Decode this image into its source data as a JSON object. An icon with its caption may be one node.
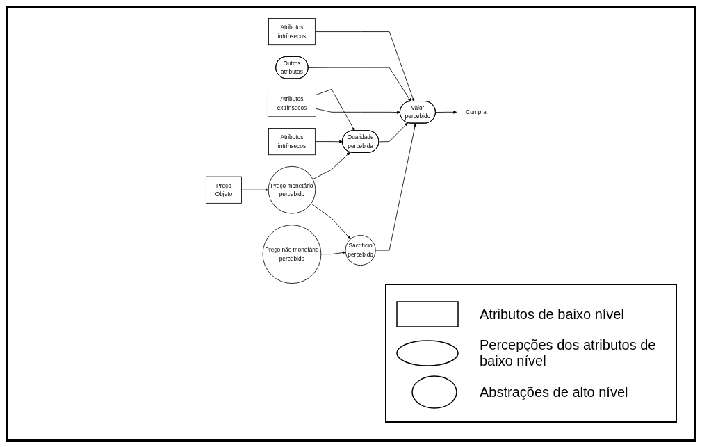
{
  "diagram": {
    "nodes": [
      {
        "text": [
          "Atributos extrínsecos"
        ]
      },
      {
        "text": [
          "Outros atributos"
        ]
      },
      {
        "text": [
          "Atributos intrínsecos"
        ]
      },
      {
        "text": [
          "Atributos intrínsecos"
        ]
      },
      {
        "text": [
          "Qualidade percebida"
        ]
      },
      {
        "text": [
          "Valor percebido"
        ]
      },
      {
        "text": [
          "Compra"
        ]
      },
      {
        "text": [
          "Preço Objeto"
        ]
      },
      {
        "text": [
          "Preço monetário percebido"
        ]
      },
      {
        "text": [
          "Sacrifício percebido"
        ]
      },
      {
        "text": [
          "Preço não monetário percebido"
        ]
      }
    ],
    "edges": [
      {
        "from": 0,
        "to": 4,
        "arrow": "to"
      },
      {
        "from": 0,
        "to": 5,
        "arrow": "to"
      },
      {
        "from": 1,
        "to": 5,
        "arrow": "to"
      },
      {
        "from": 2,
        "to": 5,
        "arrow": "to"
      },
      {
        "from": 3,
        "to": 4,
        "arrow": "to"
      },
      {
        "from": 4,
        "to": 5,
        "arrow": "to"
      },
      {
        "from": 5,
        "to": 6,
        "arrow": "to"
      },
      {
        "from": 8,
        "to": 4,
        "arrow": "to"
      },
      {
        "from": 9,
        "to": 5,
        "arrow": "to"
      },
      {
        "from": 7,
        "to": 8,
        "arrow": "to"
      },
      {
        "from": 8,
        "to": 9,
        "arrow": "to"
      },
      {
        "from": 10,
        "to": 9,
        "arrow": "to"
      }
    ],
    "legend": [
      {
        "text": "Atributos de baixo nível"
      },
      {
        "text": "Percepções dos atributos de baixo nível"
      },
      {
        "text": "Abstrações de alto nível"
      }
    ]
  }
}
